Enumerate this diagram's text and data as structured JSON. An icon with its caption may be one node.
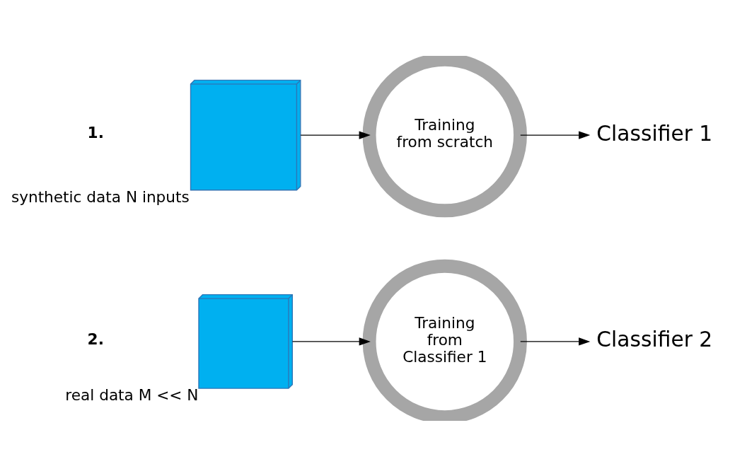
{
  "diagram": {
    "nodes": [
      {
        "text": [],
        "shape": "box",
        "beside": [
          "synthetic data N inputs"
        ]
      },
      {
        "text": [
          "Training from scratch"
        ]
      },
      {
        "text": [
          "Classifier 1"
        ]
      },
      {
        "text": [],
        "shape": "box",
        "beside": [
          "real data M << N"
        ]
      },
      {
        "text": [
          "Training from Classifier 1"
        ]
      },
      {
        "text": [
          "Classifier 2"
        ]
      }
    ],
    "edges": [
      {
        "from": 0,
        "to": 1,
        "arrow": "to"
      },
      {
        "from": 1,
        "to": 2,
        "arrow": "to"
      },
      {
        "from": 3,
        "to": 4,
        "arrow": "to"
      },
      {
        "from": 4,
        "to": 5,
        "arrow": "to"
      }
    ],
    "labels": [
      "1.",
      "2."
    ]
  }
}
